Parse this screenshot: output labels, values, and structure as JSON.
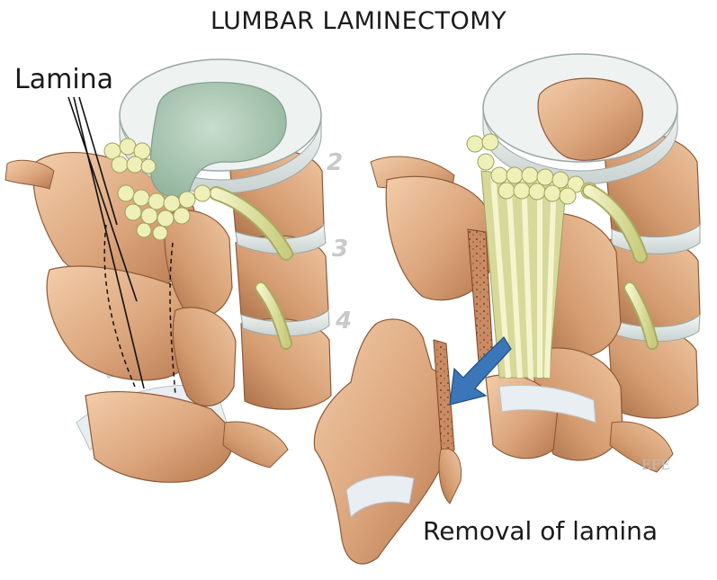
{
  "title": "LUMBAR LAMINECTOMY",
  "labels": {
    "lamina": "Lamina",
    "removal": "Removal of lamina"
  },
  "levels": [
    "2",
    "3",
    "4"
  ],
  "signature": "EFE",
  "colors": {
    "bone": "#e0b08a",
    "bone_shadow": "#a86d46",
    "disc_outer": "#e8eeec",
    "disc_nucleus": "#a9c4b1",
    "nerve": "#e2e5a8",
    "ligament": "#e8edf1",
    "arrow": "#3a76b8",
    "line": "#111111"
  }
}
